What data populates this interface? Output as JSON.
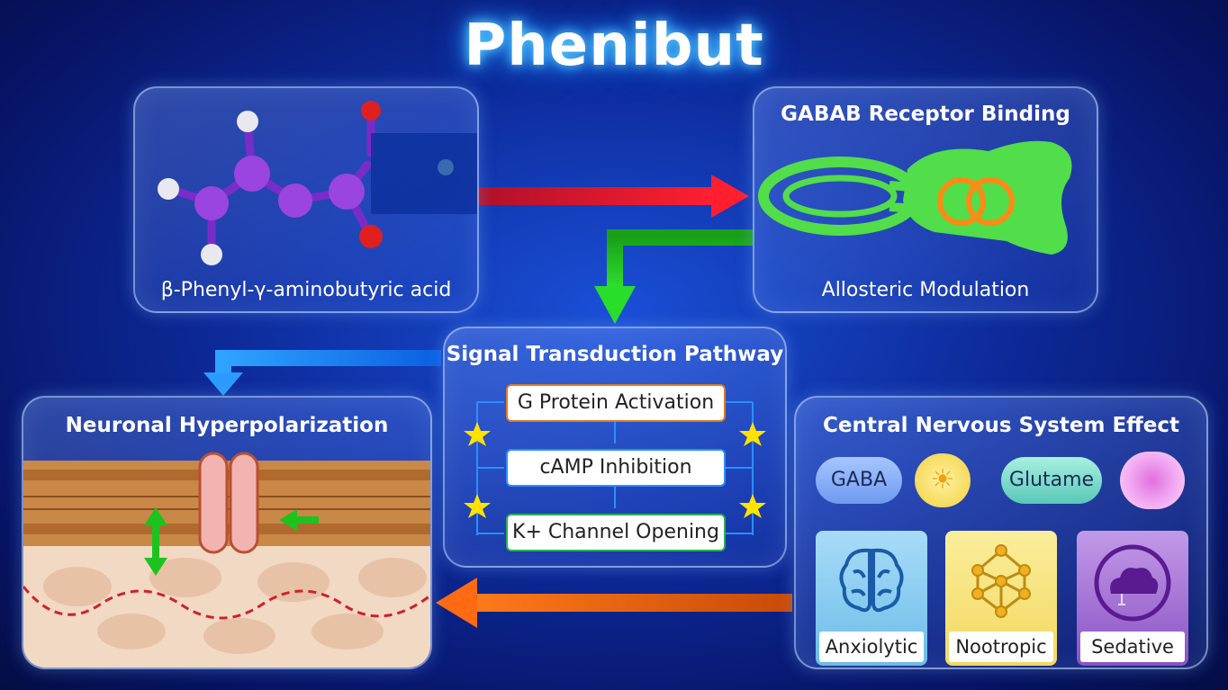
{
  "title": "Phenibut",
  "molecule": {
    "caption": "β-Phenyl-γ-aminobutyric acid"
  },
  "receptor": {
    "title": "GABAB Receptor Binding",
    "caption": "Allosteric Modulation"
  },
  "pathway": {
    "title": "Signal Transduction Pathway",
    "steps": [
      "G Protein Activation",
      "cAMP Inhibition",
      "K+ Channel Opening"
    ]
  },
  "neuronal": {
    "title": "Neuronal Hyperpolarization"
  },
  "cns": {
    "title": "Central Nervous System Effect",
    "pills": [
      "GABA",
      "Glutame"
    ],
    "effects": [
      "Anxiolytic",
      "Nootropic",
      "Sedative"
    ]
  },
  "colors": {
    "arrow_red": "#e8192c",
    "arrow_green": "#1ec21e",
    "arrow_blue": "#1f8fff",
    "arrow_orange": "#ff6a10",
    "card_anxiolytic": "#7ccaf0",
    "card_nootropic": "#f5e27a",
    "card_sedative": "#a86ad6"
  }
}
